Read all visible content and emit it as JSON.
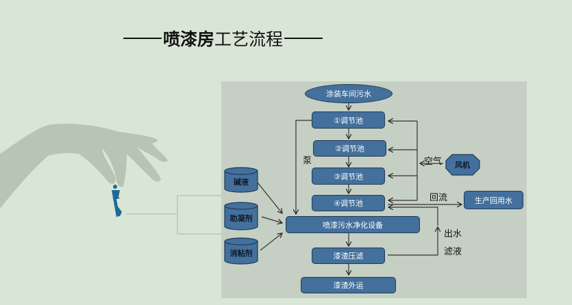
{
  "title": {
    "bold_part": "喷漆房",
    "regular_part": "工艺流程"
  },
  "flow": {
    "source": "涂装车间污水",
    "pools": [
      "①调节池",
      "②调节池",
      "③调节池",
      "④调节池"
    ],
    "treatment": "喷漆污水净化设备",
    "press": "漆渣压滤",
    "disposal": "漆渣外运",
    "reuse": "生产回用水",
    "fan": "风机",
    "chemicals": [
      "碱液",
      "助凝剂",
      "消粘剂"
    ],
    "labels": {
      "pump": "泵",
      "air": "空气",
      "return": "回流",
      "outflow": "出水",
      "filtrate": "滤液"
    }
  },
  "colors": {
    "background": "#d9e6d6",
    "panel": "#c6cfc3",
    "box_fill": "#43709c",
    "chess_piece": "#1e6a97",
    "hand": "#b8c4b5"
  }
}
